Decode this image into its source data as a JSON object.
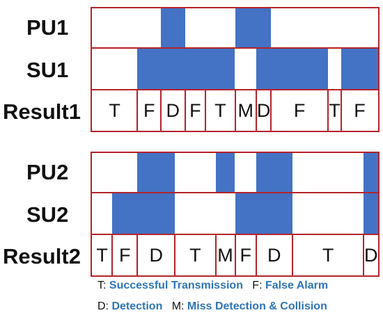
{
  "panel1": {
    "rows": [
      {
        "label": "PU1",
        "segments": [
          [
            0.241,
            0.325
          ],
          [
            0.5,
            0.626
          ]
        ]
      },
      {
        "label": "SU1",
        "segments": [
          [
            0.159,
            0.5
          ],
          [
            0.574,
            0.825
          ],
          [
            0.871,
            1.0
          ]
        ]
      }
    ],
    "result_label": "Result1",
    "result_cells": [
      {
        "text": "T",
        "from": 0.0,
        "to": 0.159
      },
      {
        "text": "F",
        "from": 0.159,
        "to": 0.241
      },
      {
        "text": "D",
        "from": 0.241,
        "to": 0.325
      },
      {
        "text": "F",
        "from": 0.325,
        "to": 0.397
      },
      {
        "text": "T",
        "from": 0.397,
        "to": 0.5
      },
      {
        "text": "M",
        "from": 0.5,
        "to": 0.574
      },
      {
        "text": "D",
        "from": 0.574,
        "to": 0.626
      },
      {
        "text": "F",
        "from": 0.626,
        "to": 0.825
      },
      {
        "text": "T",
        "from": 0.825,
        "to": 0.871
      },
      {
        "text": "F",
        "from": 0.871,
        "to": 1.0
      }
    ]
  },
  "panel2": {
    "rows": [
      {
        "label": "PU2",
        "segments": [
          [
            0.159,
            0.29
          ],
          [
            0.432,
            0.5
          ],
          [
            0.574,
            0.7
          ],
          [
            0.95,
            1.0
          ]
        ]
      },
      {
        "label": "SU2",
        "segments": [
          [
            0.071,
            0.29
          ],
          [
            0.5,
            0.7
          ],
          [
            0.95,
            1.0
          ]
        ]
      }
    ],
    "result_label": "Result2",
    "result_cells": [
      {
        "text": "T",
        "from": 0.0,
        "to": 0.071
      },
      {
        "text": "F",
        "from": 0.071,
        "to": 0.159
      },
      {
        "text": "D",
        "from": 0.159,
        "to": 0.29
      },
      {
        "text": "T",
        "from": 0.29,
        "to": 0.432
      },
      {
        "text": "M",
        "from": 0.432,
        "to": 0.5
      },
      {
        "text": "F",
        "from": 0.5,
        "to": 0.574
      },
      {
        "text": "D",
        "from": 0.574,
        "to": 0.7
      },
      {
        "text": "T",
        "from": 0.7,
        "to": 0.95
      },
      {
        "text": "D",
        "from": 0.95,
        "to": 1.0
      }
    ]
  },
  "legend": {
    "line1": [
      {
        "key": "T: ",
        "value": "Successful Transmission"
      },
      {
        "key": "   F: ",
        "value": "False Alarm"
      }
    ],
    "line2": [
      {
        "key": "D: ",
        "value": "Detection"
      },
      {
        "key": "   M: ",
        "value": "Miss Detection & Collision"
      }
    ]
  },
  "colors": {
    "occupied": "#4472c4",
    "border": "#b4232a",
    "legend_text": "#2e75b6"
  }
}
